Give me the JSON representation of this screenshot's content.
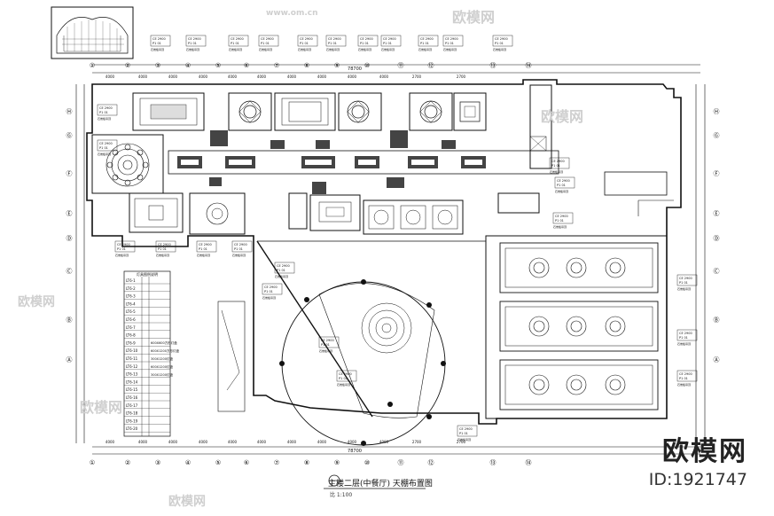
{
  "drawing": {
    "title": "主楼二层(中餐厅) 天棚布置图",
    "scale": "比 1:100",
    "dim_total": "78700",
    "dim_segments_top": [
      "4000",
      "4000",
      "4000",
      "4000",
      "4000",
      "4000",
      "4000",
      "4000",
      "4000",
      "4000",
      "2700",
      "2700"
    ],
    "grid_numbers": [
      "①",
      "②",
      "③",
      "④",
      "⑤",
      "⑥",
      "⑦",
      "⑧",
      "⑨",
      "⑩",
      "⑪",
      "⑫",
      "⑬",
      "⑭"
    ],
    "grid_letters_right": [
      "Ⓗ",
      "Ⓖ",
      "Ⓕ",
      "Ⓔ",
      "Ⓓ",
      "Ⓒ",
      "Ⓑ",
      "Ⓐ"
    ],
    "legend": {
      "title": "灯具图例说明",
      "rows": [
        "LT6-1",
        "LT6-2",
        "LT6-3",
        "LT6-4",
        "LT6-5",
        "LT6-6",
        "LT6-7",
        "LT6-8",
        "LT6-9",
        "LT6-10",
        "LT6-11",
        "LT6-12",
        "LT6-13",
        "LT6-14",
        "LT6-15",
        "LT6-16",
        "LT6-17",
        "LT6-18",
        "LT6-19",
        "LT6-20"
      ],
      "descriptions": [
        "600X600方形灯盘",
        "600X1200方形灯盘",
        "300X1200灯盘",
        "600X1200灯盘",
        "300X1200灯盘"
      ]
    },
    "tags": {
      "code": "CE",
      "val": "2900",
      "p": "P1",
      "n": "01",
      "note": "石膏板吊顶"
    }
  },
  "watermark": {
    "site": "www.om.cn",
    "brand": "欧模网"
  },
  "brand": {
    "logo": "欧模网",
    "id": "ID:1921747"
  }
}
